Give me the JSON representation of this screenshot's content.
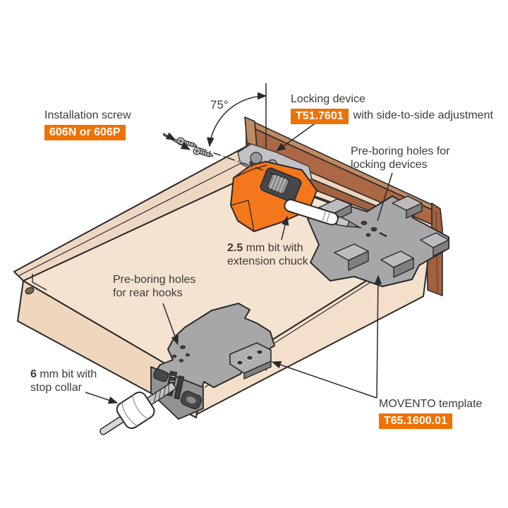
{
  "diagram": {
    "title_hint": "MOVENTO drawer pre-boring / template installation illustration",
    "colors": {
      "accent_orange": "#EE7203",
      "device_orange": "#F4771B",
      "wood_brown": "#AC6744",
      "wood_brown_dark": "#A2613F",
      "wood_top_strip": "#C08A62",
      "box_tan": "#F5E3D1",
      "box_tan_shaded": "#EFD6BD",
      "template_gray": "#A7A7A9",
      "line": "#2A2A2A",
      "text": "#3B3B3B"
    },
    "labels": {
      "installation_screw": {
        "title": "Installation screw",
        "badge": "606N or 606P"
      },
      "drilling_angle": {
        "value": "75°"
      },
      "locking_device": {
        "title": "Locking device",
        "badge": "T51.7601",
        "description": "with side-to-side adjustment"
      },
      "preboring_locking": {
        "line1": "Pre-boring holes for",
        "line2": "locking devices"
      },
      "bit_2_5": {
        "size": "2.5",
        "line1_rest": " mm bit with",
        "line2": "extension chuck"
      },
      "preboring_rear": {
        "line1": "Pre-boring holes",
        "line2": "for rear hooks"
      },
      "bit_6": {
        "size": "6",
        "line1_rest": " mm bit with",
        "line2": "stop collar"
      },
      "movento_template": {
        "title": "MOVENTO template",
        "badge": "T65.1600.01"
      }
    }
  }
}
